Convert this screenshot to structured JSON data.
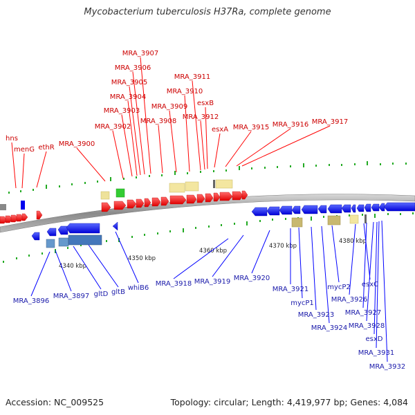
{
  "header": {
    "title": "Mycobacterium tuberculosis H37Ra, complete genome"
  },
  "footer": {
    "accession": "Accession: NC_009525",
    "stats": "Topology: circular; Length: 4,419,977 bp; Genes: 4,084"
  },
  "colors": {
    "forward": "#ff0000",
    "reverse": "#0000ff",
    "forward_label": "#cc0000",
    "reverse_label": "#1a1aaa",
    "tick": "#22aa22",
    "backbone": "#999999"
  },
  "scale_labels": [
    "4340 kbp",
    "4350 kbp",
    "4360 kbp",
    "4370 kbp",
    "4380 kbp"
  ],
  "top_labels": [
    "hns",
    "menG",
    "ethR",
    "MRA_3900",
    "MRA_3902",
    "MRA_3903",
    "MRA_3904",
    "MRA_3905",
    "MRA_3906",
    "MRA_3907",
    "MRA_3908",
    "MRA_3909",
    "MRA_3910",
    "MRA_3911",
    "MRA_3912",
    "esxB",
    "esxA",
    "MRA_3915",
    "MRA_3916",
    "MRA_3917"
  ],
  "bottom_labels": [
    "MRA_3896",
    "MRA_3897",
    "gltD",
    "gltB",
    "whiB6",
    "MRA_3918",
    "MRA_3919",
    "MRA_3920",
    "MRA_3921",
    "mycP1",
    "MRA_3923",
    "MRA_3924",
    "mycP2",
    "MRA_3926",
    "esxC",
    "MRA_3927",
    "MRA_3928",
    "esxD",
    "MRA_3931",
    "MRA_3932"
  ]
}
